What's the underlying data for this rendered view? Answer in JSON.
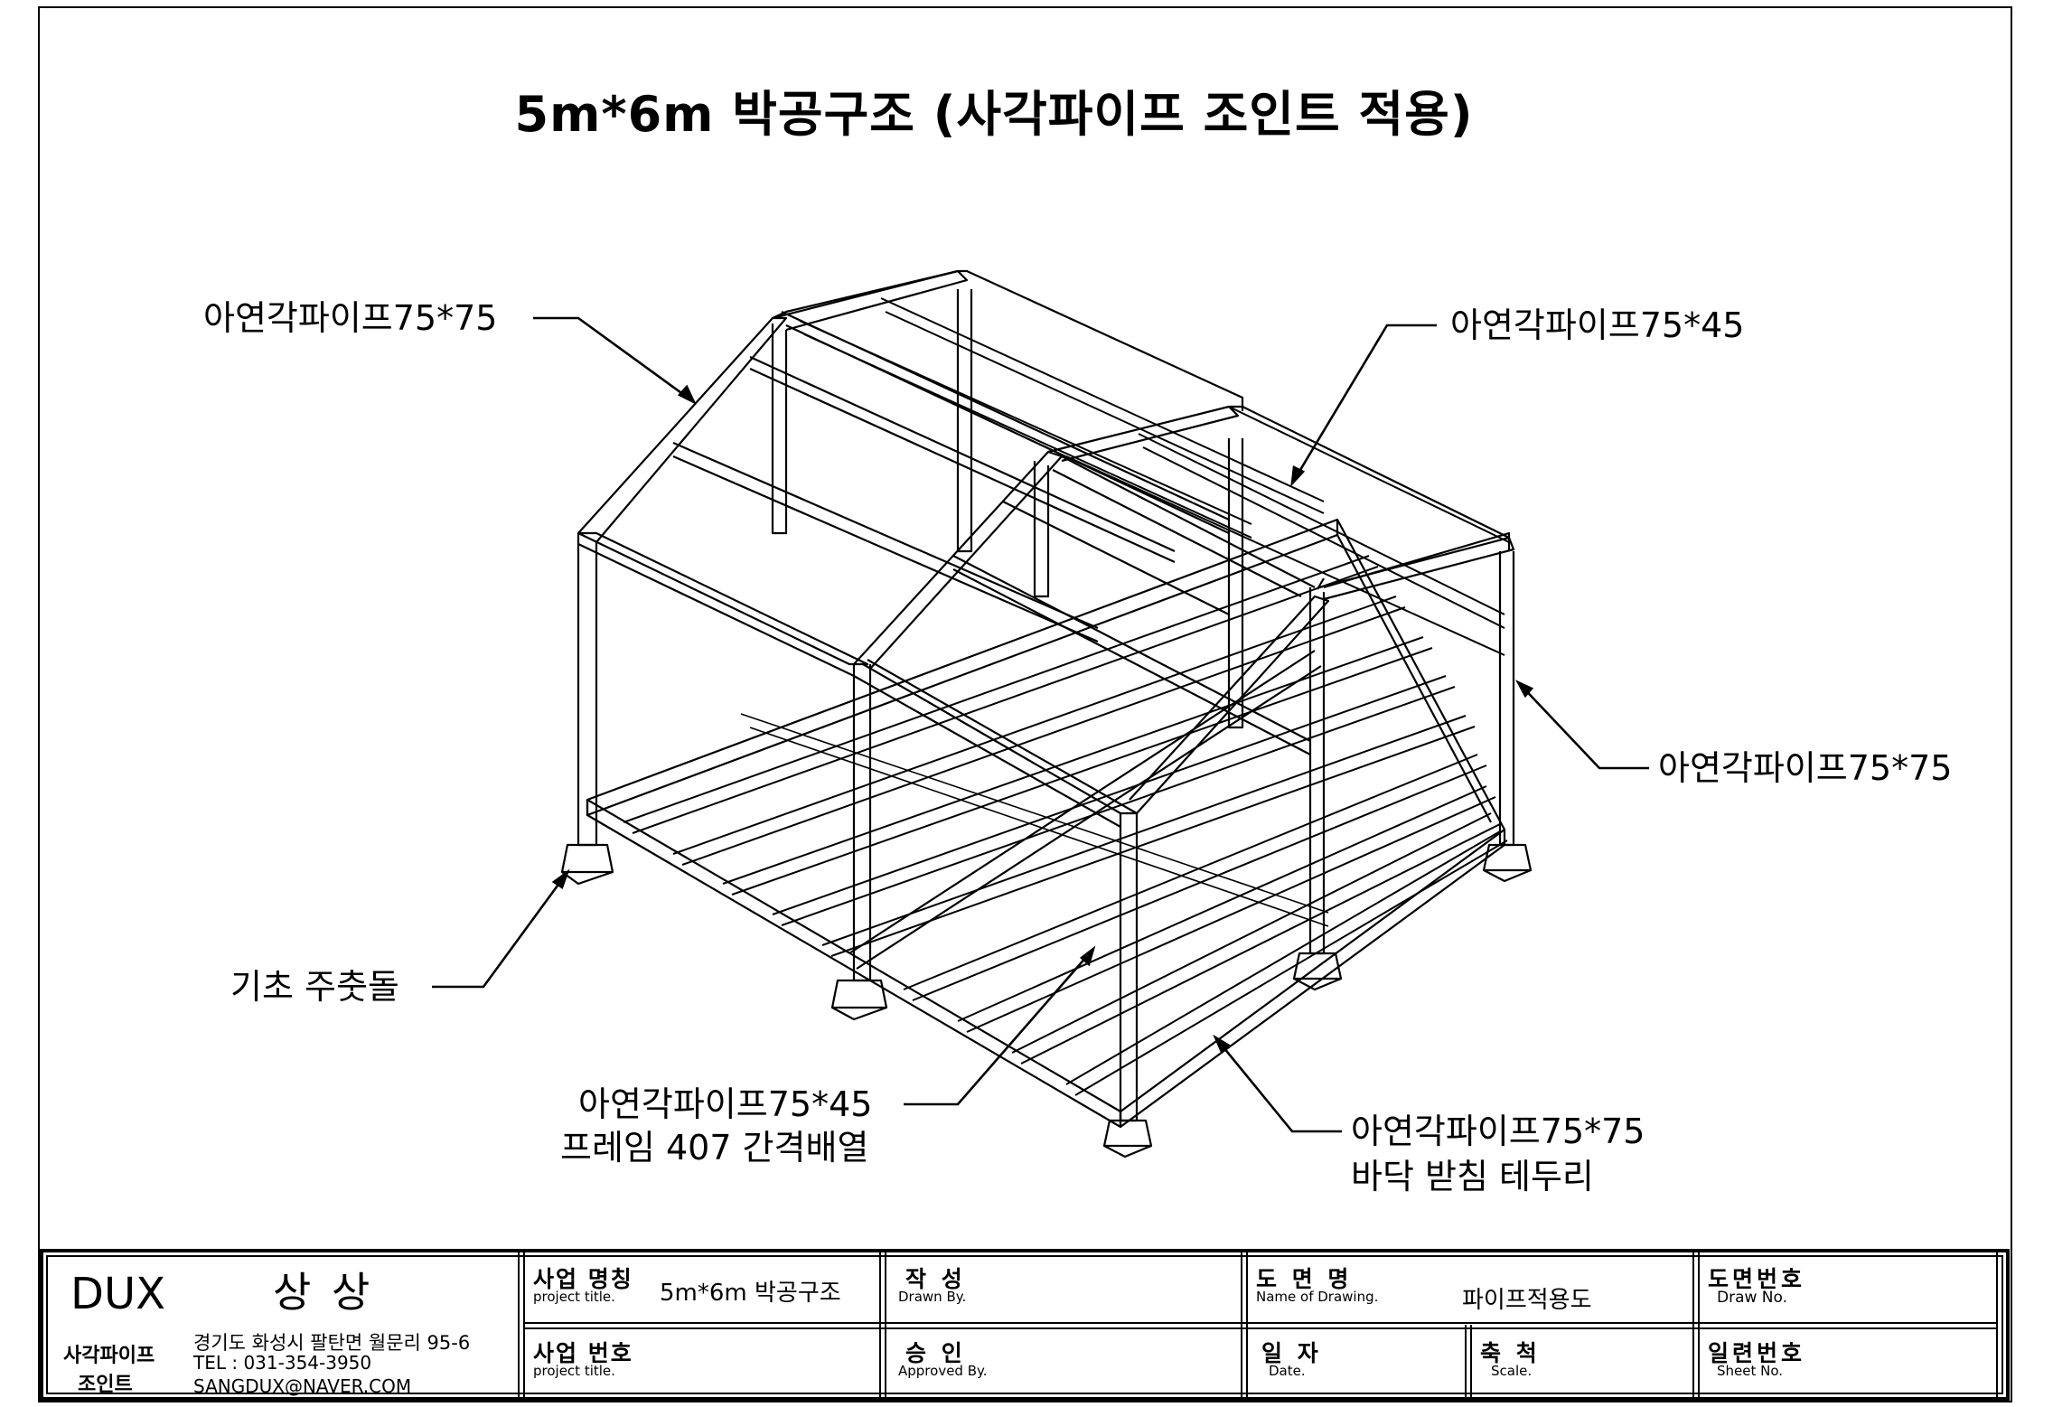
{
  "title": "5m*6m 박공구조  (사각파이프 조인트 적용)",
  "callouts": {
    "roof_frame": "아연각파이프75*75",
    "purlin": "아연각파이프75*45",
    "post": "아연각파이프75*75",
    "footing": "기초 주춧돌",
    "floor_joist_1": "아연각파이프75*45",
    "floor_joist_2": "프레임 407 간격배열",
    "floor_rim_1": "아연각파이프75*75",
    "floor_rim_2": "바닥 받침 테두리"
  },
  "title_block": {
    "company": {
      "brand": "DUX",
      "name": "상 상",
      "product_1": "사각파이프",
      "product_2": "조인트",
      "address": "경기도 화성시 팔탄면 월문리 95-6",
      "tel": "TEL : 031-354-3950",
      "email": "SANGDUX@NAVER.COM"
    },
    "project_name_ko": "사업 명칭",
    "project_name_en": "project title.",
    "project_name_value": "5m*6m 박공구조",
    "project_no_ko": "사업 번호",
    "project_no_en": "project title.",
    "drawn_ko": "작  성",
    "drawn_en": "Drawn By.",
    "approved_ko": "승  인",
    "approved_en": "Approved By.",
    "drawing_name_ko": "도 면 명",
    "drawing_name_en": "Name of Drawing.",
    "drawing_name_value": "파이프적용도",
    "draw_no_ko": "도면번호",
    "draw_no_en": "Draw No.",
    "date_ko": "일  자",
    "date_en": "Date.",
    "scale_ko": "축  척",
    "scale_en": "Scale.",
    "sheet_no_ko": "일련번호",
    "sheet_no_en": "Sheet No."
  }
}
